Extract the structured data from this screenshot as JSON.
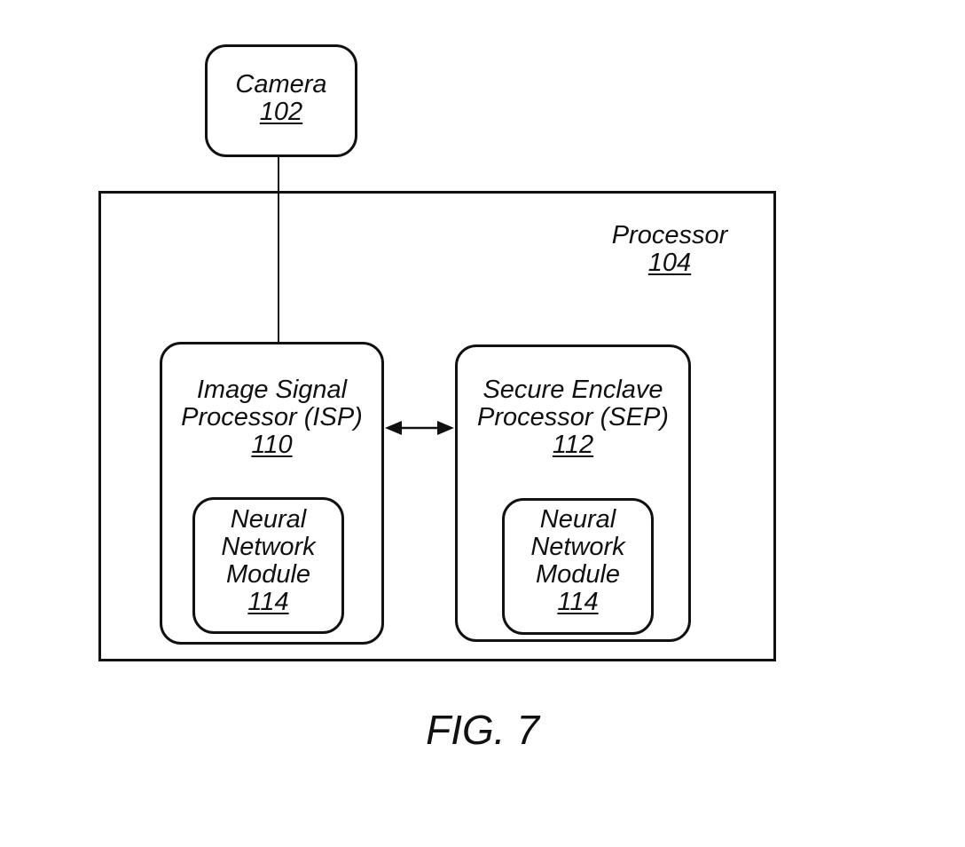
{
  "camera": {
    "name": "Camera",
    "ref": "102"
  },
  "processor": {
    "name": "Processor",
    "ref": "104"
  },
  "isp": {
    "name_line1": "Image Signal",
    "name_line2": "Processor (ISP)",
    "ref": "110",
    "nn_module": {
      "line1": "Neural",
      "line2": "Network",
      "line3": "Module",
      "ref": "114"
    }
  },
  "sep": {
    "name_line1": "Secure Enclave",
    "name_line2": "Processor (SEP)",
    "ref": "112",
    "nn_module": {
      "line1": "Neural",
      "line2": "Network",
      "line3": "Module",
      "ref": "114"
    }
  },
  "caption": "FIG. 7",
  "colors": {
    "stroke": "#111111",
    "background": "#ffffff"
  }
}
